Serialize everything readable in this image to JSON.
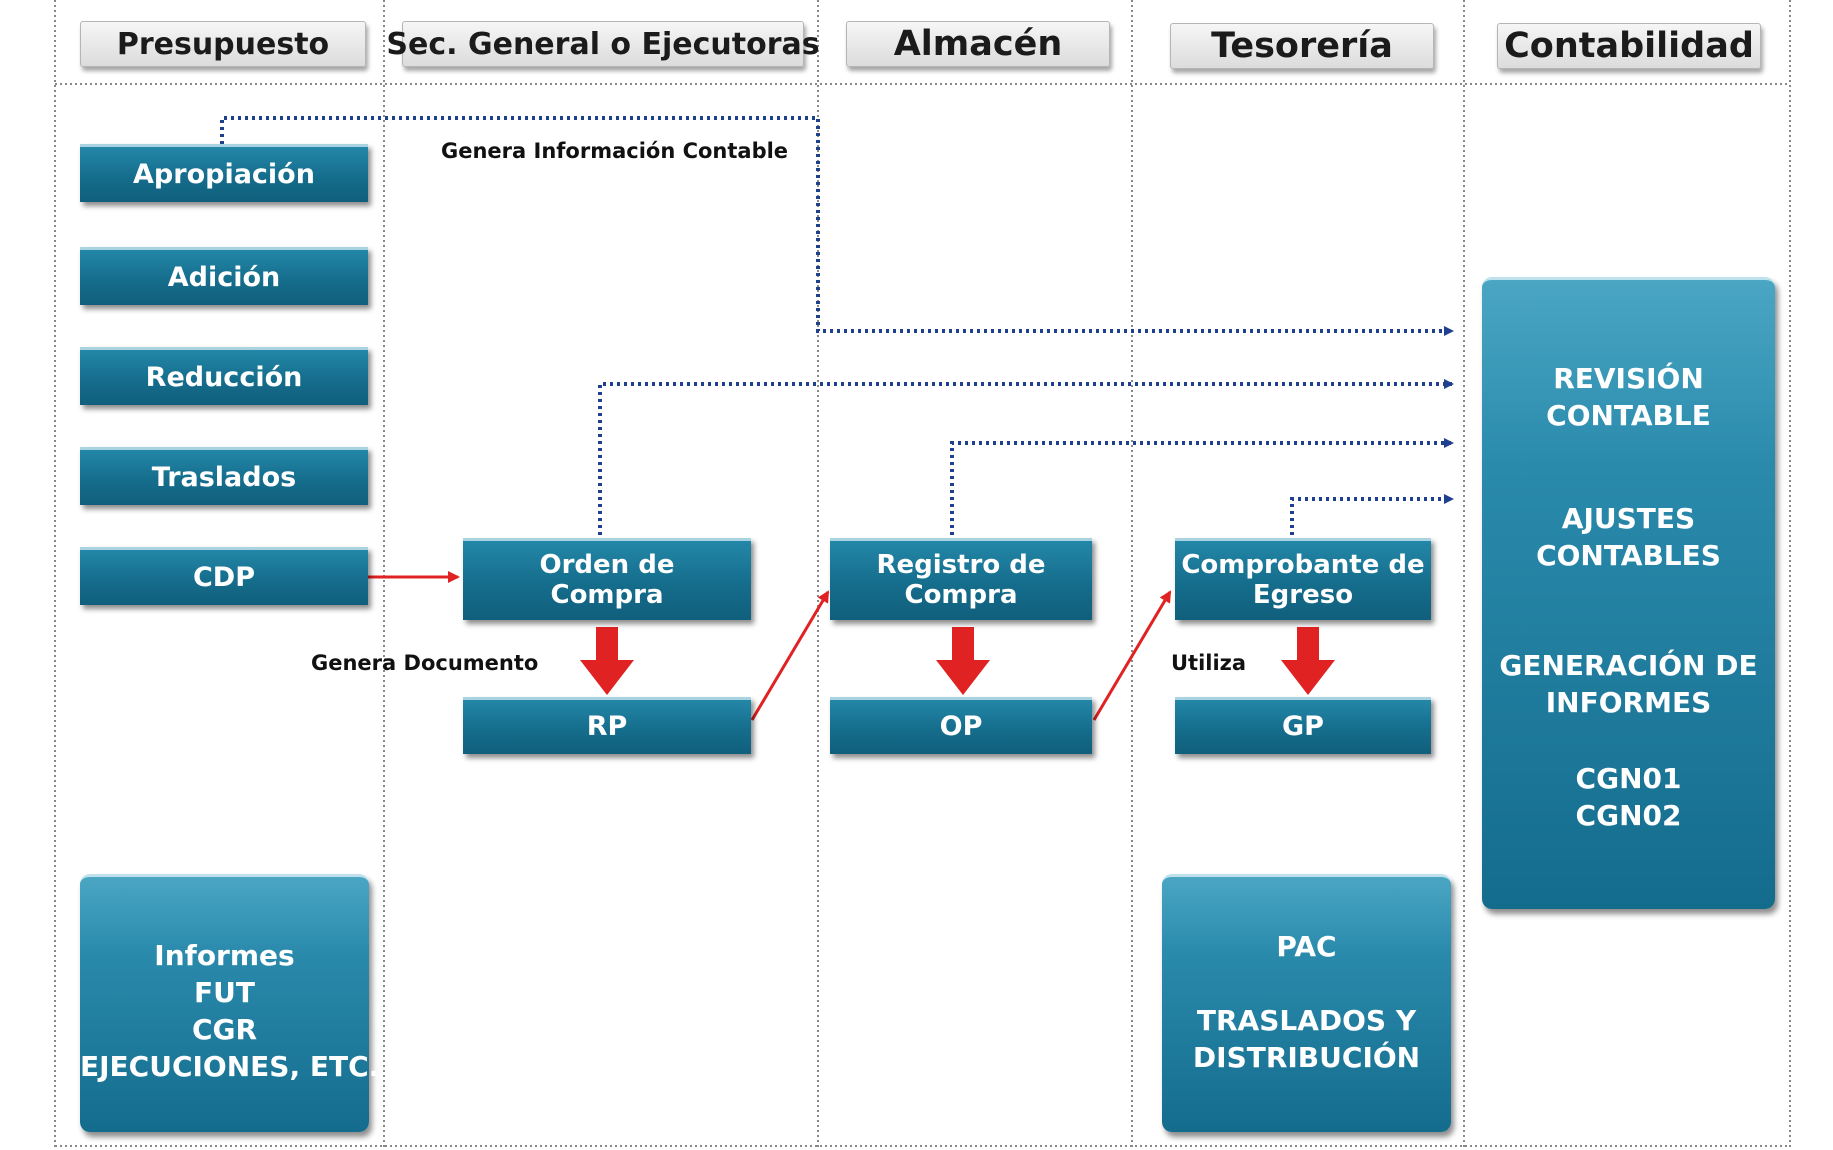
{
  "lanes": [
    {
      "id": "presupuesto",
      "label": "Presupuesto"
    },
    {
      "id": "secretaria",
      "label": "Sec. General o Ejecutoras"
    },
    {
      "id": "almacen",
      "label": "Almacén"
    },
    {
      "id": "tesoreria",
      "label": "Tesorería"
    },
    {
      "id": "contabilidad",
      "label": "Contabilidad"
    }
  ],
  "presupuesto_items": [
    "Apropiación",
    "Adición",
    "Reducción",
    "Traslados",
    "CDP"
  ],
  "process": {
    "orden_de_compra": [
      "Orden de",
      "Compra"
    ],
    "rp": "RP",
    "registro_de_compra": [
      "Registro de",
      "Compra"
    ],
    "op": "OP",
    "comprobante_de_egreso": [
      "Comprobante de",
      "Egreso"
    ],
    "gp": "GP"
  },
  "notes": {
    "genera_informacion_contable": "Genera Información Contable",
    "genera_documento": "Genera Documento",
    "utiliza": "Utiliza"
  },
  "informes_panel": [
    "Informes",
    "FUT",
    "CGR",
    "EJECUCIONES, ETC."
  ],
  "tesoreria_panel": [
    "PAC",
    "TRASLADOS Y",
    "DISTRIBUCIÓN"
  ],
  "contabilidad_panel": [
    "REVISIÓN",
    "CONTABLE",
    "AJUSTES",
    "CONTABLES",
    "GENERACIÓN DE",
    "INFORMES",
    "CGN01",
    "CGN02"
  ],
  "colors": {
    "process_fill": "#156d8c",
    "flow_arrow": "#e02222",
    "info_connector": "#1f3f8f",
    "lane_divider": "#888888"
  }
}
